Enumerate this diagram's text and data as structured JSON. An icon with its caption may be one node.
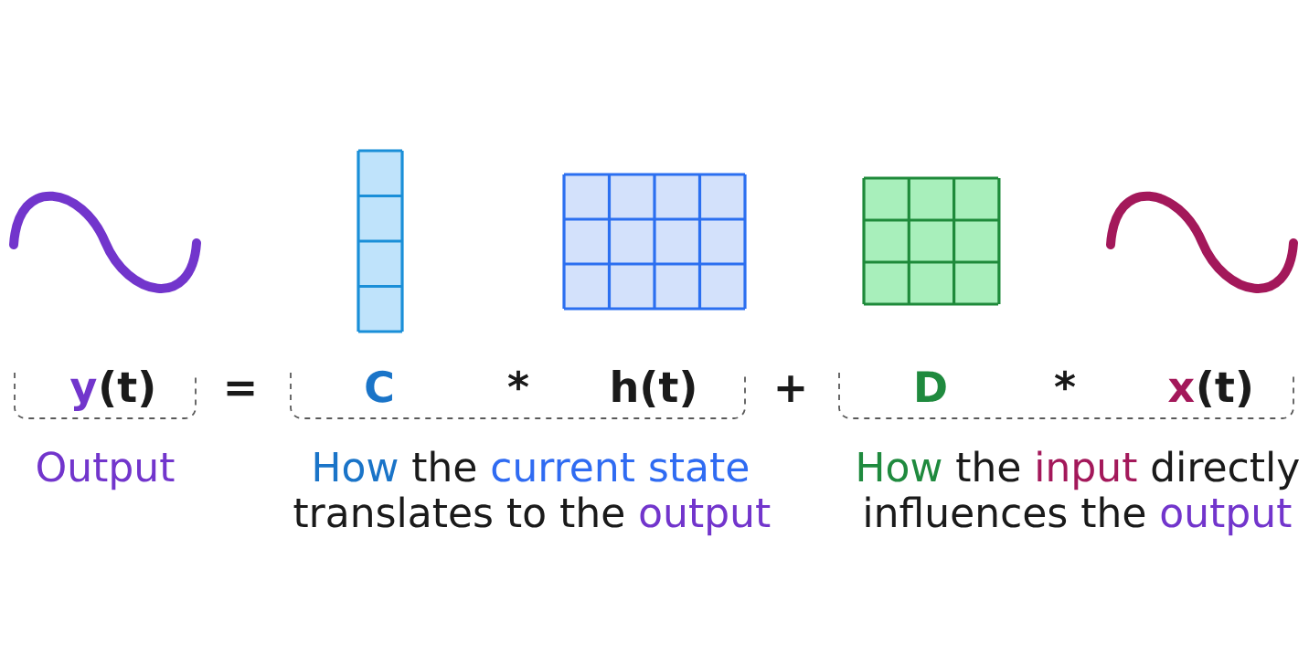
{
  "diagram": {
    "labels": [
      "y",
      "(t)",
      "=",
      "C",
      "*",
      "h(t)",
      "+",
      "D",
      "*",
      "x",
      "(t)",
      "Output",
      "How",
      "the",
      "current state",
      "translates to the",
      "output",
      "How",
      "the",
      "input",
      "directly",
      "influences the",
      "output"
    ]
  }
}
